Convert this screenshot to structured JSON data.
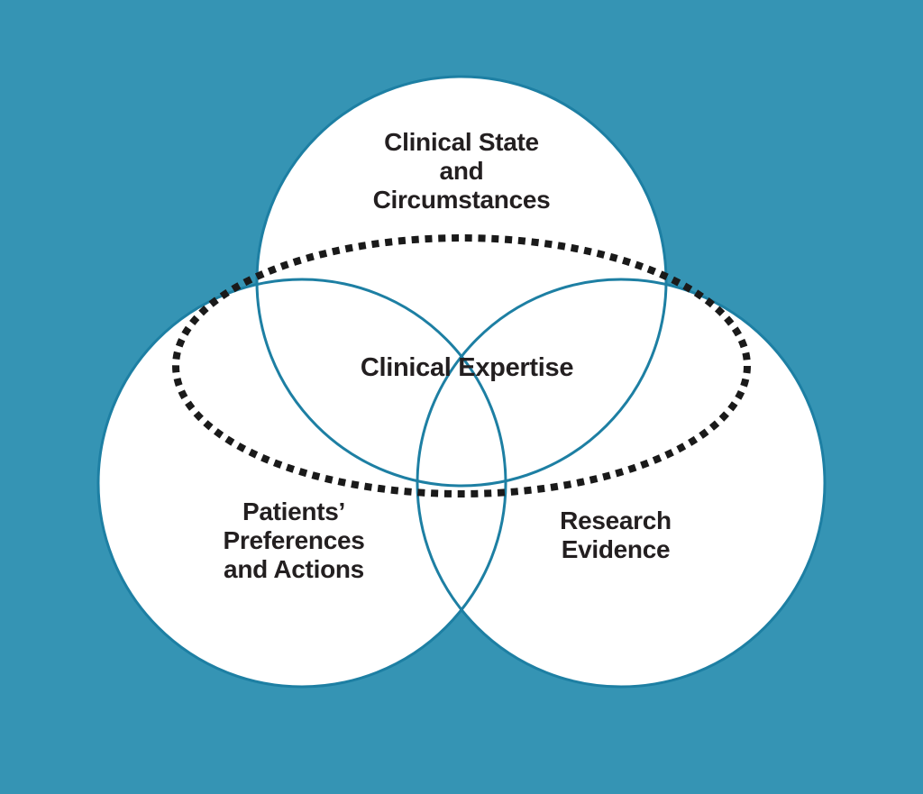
{
  "colors": {
    "background": "#3594B4",
    "circle_fill": "#FFFFFF",
    "circle_stroke": "#1D7FA3",
    "ellipse_dot": "#1A1A1A",
    "text": "#231F20"
  },
  "diagram": {
    "circles": [
      {
        "id": "clinical-state-and-circumstances",
        "label_lines": [
          "Clinical State",
          "and",
          "Circumstances"
        ]
      },
      {
        "id": "patients-preferences-and-actions",
        "label_lines": [
          "Patients’",
          "Preferences",
          "and Actions"
        ]
      },
      {
        "id": "research-evidence",
        "label_lines": [
          "Research",
          "Evidence"
        ]
      }
    ],
    "overlay": {
      "label": "Clinical Expertise"
    }
  }
}
